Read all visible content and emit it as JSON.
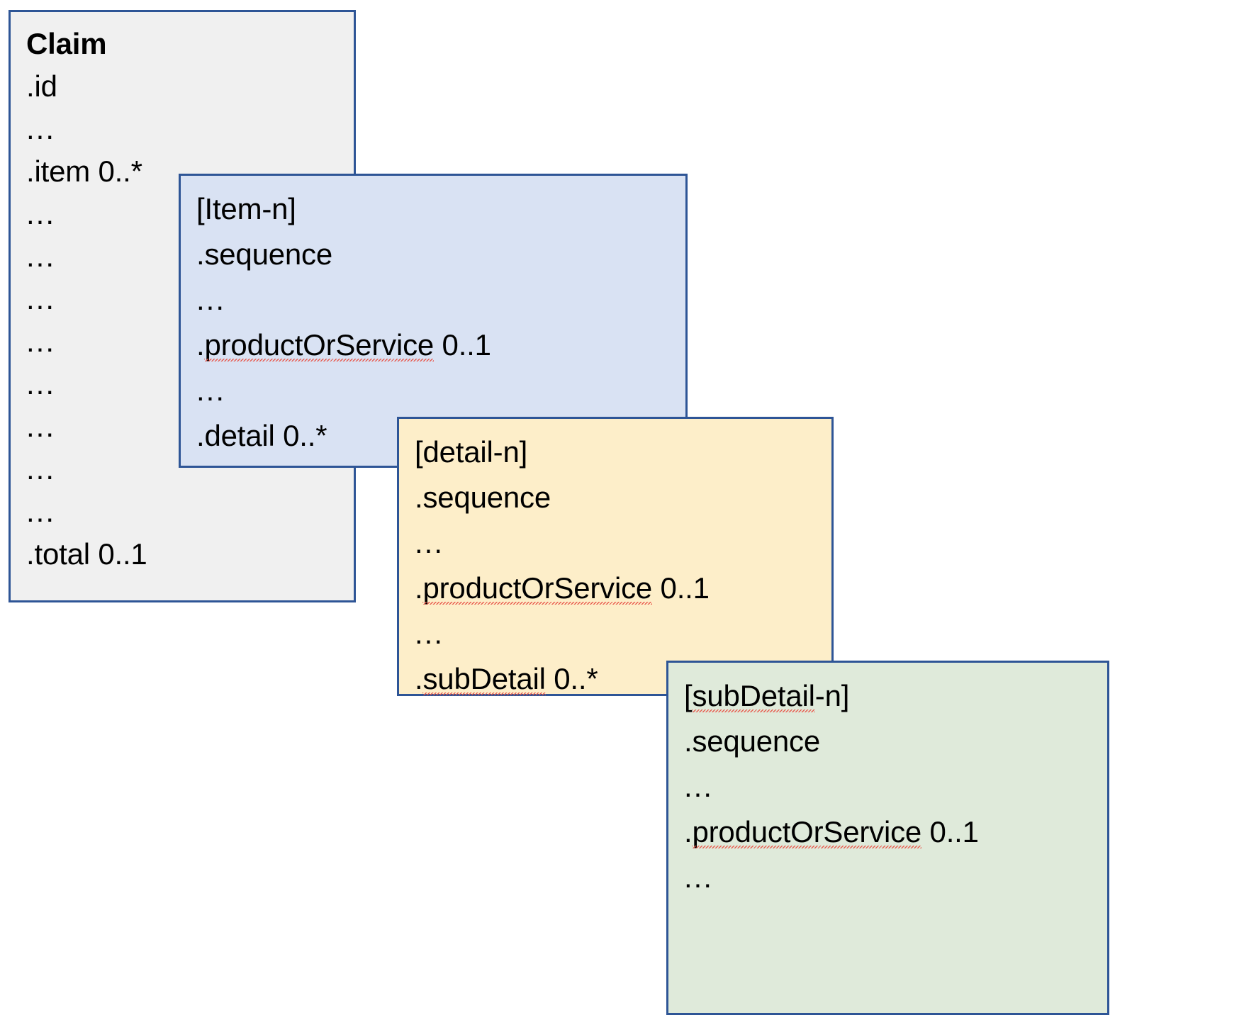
{
  "diagram": {
    "title": "Claim nested item / detail / subDetail structure",
    "background": "#ffffff",
    "border_color": "#2e5596",
    "squiggle_color": "#e8564a"
  },
  "boxes": [
    {
      "id": "claim",
      "name": "Claim",
      "fill": "#f0f0f0",
      "header": "Claim",
      "lines": [
        "Claim",
        ".id",
        "...",
        ".item 0..*",
        "...",
        "...",
        "...",
        "...",
        "...",
        "...",
        "...",
        "...",
        ".total 0..1"
      ]
    },
    {
      "id": "item",
      "name": "Item-n",
      "fill": "#d9e2f3",
      "header": "[Item-n]",
      "lines": [
        "[Item-n]",
        ".sequence",
        "...",
        ".productOrService 0..1",
        "...",
        ".detail 0..*"
      ]
    },
    {
      "id": "detail",
      "name": "detail-n",
      "fill": "#fdeec9",
      "header": "[detail-n]",
      "lines": [
        "[detail-n]",
        ".sequence",
        "...",
        ".productOrService 0..1",
        "...",
        ".subDetail 0..*"
      ]
    },
    {
      "id": "subdetail",
      "name": "subDetail-n",
      "fill": "#dfeada",
      "header": "[subDetail-n]",
      "lines": [
        "[subDetail-n]",
        ".sequence",
        "...",
        ".productOrService 0..1",
        "..."
      ]
    }
  ],
  "claim": {
    "l0": "Claim",
    "l1": ".id",
    "l2": "...",
    "l3": ".item 0..*",
    "l4": "...",
    "l5": "...",
    "l6": "...",
    "l7": "...",
    "l8": "...",
    "l9": "...",
    "l10": "...",
    "l11": "...",
    "l12": ".total 0..1"
  },
  "item": {
    "l0": "[Item-n]",
    "l1": ".sequence",
    "l2": "...",
    "l3_dot": ".",
    "l3_token": "productOrService",
    "l3_card": " 0..1",
    "l4": "...",
    "l5": ".detail 0..*"
  },
  "detail": {
    "l0": "[detail-n]",
    "l1": ".sequence",
    "l2": "...",
    "l3_dot": ".",
    "l3_token": "productOrService",
    "l3_card": " 0..1",
    "l4": "...",
    "l5_dot": ".",
    "l5_token": "subDetail",
    "l5_card": " 0..*"
  },
  "subdetail": {
    "l0_open": "[",
    "l0_token": "subDetail",
    "l0_close": "-n]",
    "l1": ".sequence",
    "l2": "...",
    "l3_dot": ".",
    "l3_token": "productOrService",
    "l3_card": " 0..1",
    "l4": "..."
  }
}
